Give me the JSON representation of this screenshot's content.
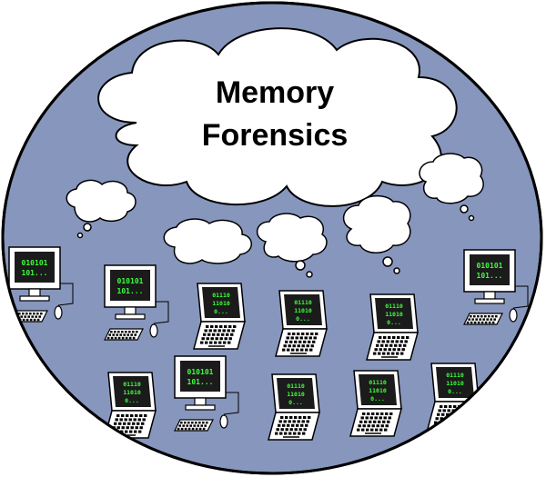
{
  "title": {
    "line1": "Memory",
    "line2": "Forensics"
  },
  "colors": {
    "background_oval": "#8796bd",
    "screen": "#1b1b1b",
    "binary_text": "#3cff3c",
    "cloud": "#ffffff",
    "outline": "#000000"
  },
  "screen_texts": {
    "desktop_line1": "010101",
    "desktop_line2": "101...",
    "laptop_line1": "01110",
    "laptop_line2": "11010",
    "laptop_line3": "0..."
  },
  "devices": [
    {
      "kind": "desktop",
      "name": "desktop-1"
    },
    {
      "kind": "desktop",
      "name": "desktop-2"
    },
    {
      "kind": "laptop",
      "name": "laptop-1"
    },
    {
      "kind": "laptop",
      "name": "laptop-2"
    },
    {
      "kind": "laptop",
      "name": "laptop-3"
    },
    {
      "kind": "desktop",
      "name": "desktop-3"
    },
    {
      "kind": "laptop",
      "name": "laptop-4"
    },
    {
      "kind": "desktop",
      "name": "desktop-4"
    },
    {
      "kind": "laptop",
      "name": "laptop-5"
    },
    {
      "kind": "laptop",
      "name": "laptop-6"
    },
    {
      "kind": "laptop",
      "name": "laptop-7"
    }
  ]
}
